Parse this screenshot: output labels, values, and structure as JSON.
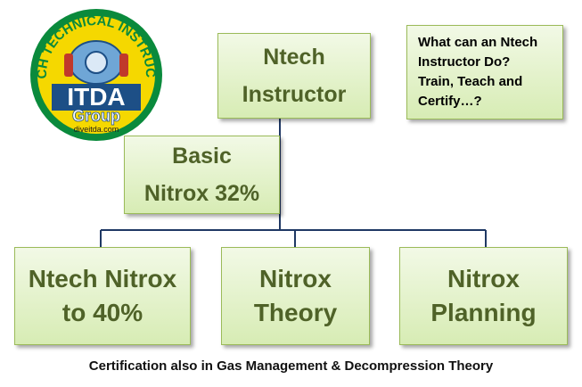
{
  "logo": {
    "ring_text": "NTECH TECHNICAL INSTRUCTOR",
    "brand": "ITDA",
    "group": "Group",
    "url": "diveitda.com"
  },
  "boxes": {
    "ntech_instructor": {
      "line1": "Ntech",
      "line2": "Instructor"
    },
    "basic_nitrox": {
      "line1": "Basic",
      "line2": "Nitrox 32%"
    },
    "ntech_nitrox_40": {
      "line1": "Ntech Nitrox",
      "line2": "to 40%"
    },
    "nitrox_theory": {
      "line1": "Nitrox",
      "line2": "Theory"
    },
    "nitrox_planning": {
      "line1": "Nitrox",
      "line2": "Planning"
    }
  },
  "note": {
    "line1": "What can an Ntech",
    "line2": "Instructor Do?",
    "line3": "Train, Teach and",
    "line4": "Certify…?"
  },
  "caption": "Certification also in Gas Management & Decompression Theory",
  "colors": {
    "box_fill_top": "#f2f9e6",
    "box_fill_bottom": "#d7ecb4",
    "box_border": "#9bbb59",
    "box_text": "#4f6228",
    "connector": "#1f3864",
    "logo_ring": "#0a8a3c",
    "logo_fill": "#f5d800"
  }
}
